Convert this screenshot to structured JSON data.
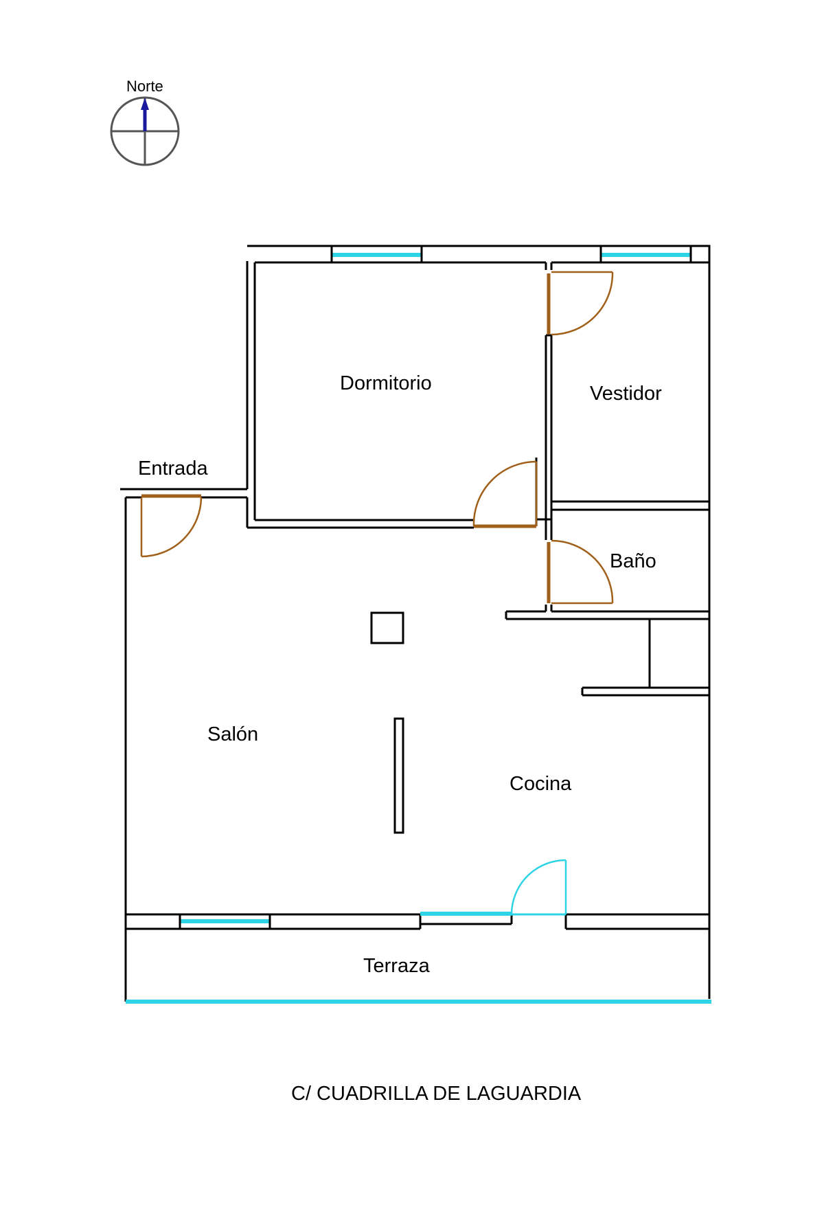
{
  "compass": {
    "label": "Norte"
  },
  "rooms": {
    "dormitorio": "Dormitorio",
    "vestidor": "Vestidor",
    "entrada": "Entrada",
    "bano": "Baño",
    "salon": "Salón",
    "cocina": "Cocina",
    "terraza": "Terraza"
  },
  "street": "C/ CUADRILLA DE LAGUARDIA",
  "colors": {
    "wall": "#000000",
    "window": "#2fd3e6",
    "door": "#a0601a",
    "compass_arrow": "#1a1a9e"
  }
}
